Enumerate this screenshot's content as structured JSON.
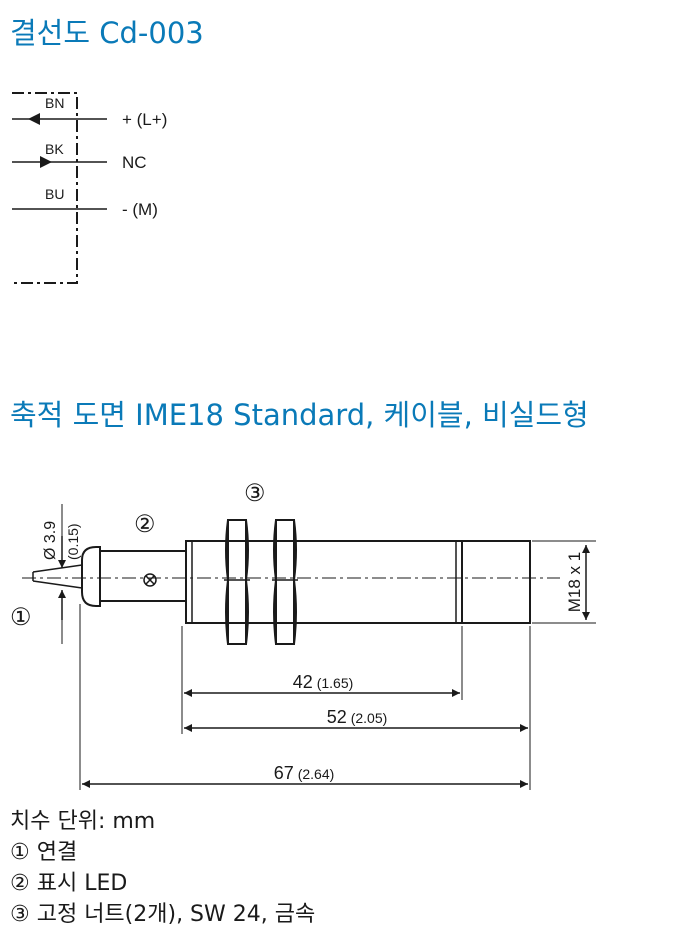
{
  "wiring": {
    "title": "결선도 Cd-003",
    "wires": [
      {
        "code": "BN",
        "label": "+ (L+)"
      },
      {
        "code": "BK",
        "label": "NC"
      },
      {
        "code": "BU",
        "label": "- (M)"
      }
    ]
  },
  "drawing": {
    "title": "축적 도면 IME18 Standard, 케이블, 비실드형",
    "callouts": [
      "③",
      "②",
      "①"
    ],
    "diameter": {
      "mm": "Ø 3.9",
      "inch": "(0.15)"
    },
    "thread": "M18 x 1",
    "dims": [
      {
        "mm": "42",
        "inch": "(1.65)"
      },
      {
        "mm": "52",
        "inch": "(2.05)"
      },
      {
        "mm": "67",
        "inch": "(2.64)"
      }
    ]
  },
  "legend": {
    "units": "치수 단위: mm",
    "items": [
      "① 연결",
      "② 표시 LED",
      "③ 고정 너트(2개), SW 24, 금속"
    ]
  },
  "colors": {
    "title": "#0a7ab8",
    "line": "#1a1a1a"
  }
}
